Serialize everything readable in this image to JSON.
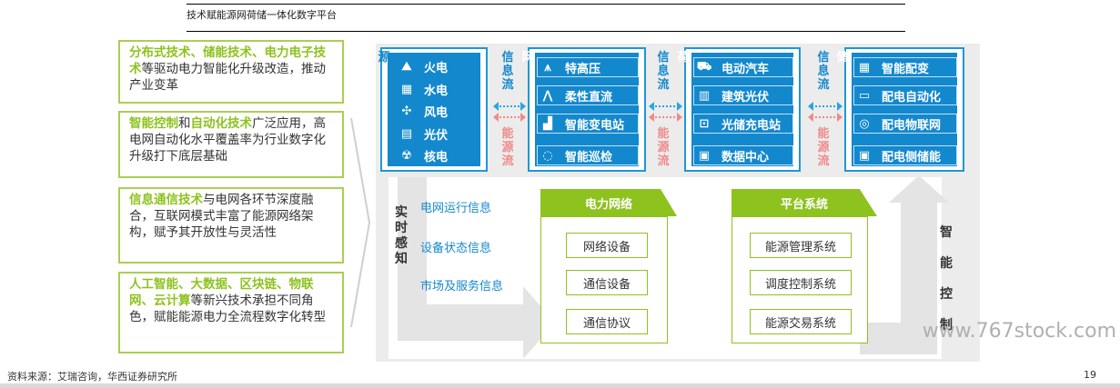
{
  "header": {
    "title": "技术赋能源网荷储一体化数字平台"
  },
  "left_boxes": [
    {
      "parts": [
        {
          "t": "分布式技术、储能技术、电力电子技术",
          "h": true
        },
        {
          "t": "等驱动电力智能化升级改造，推动产业变革",
          "h": false
        }
      ]
    },
    {
      "parts": [
        {
          "t": "智能控制",
          "h": true
        },
        {
          "t": "和",
          "h": false
        },
        {
          "t": "自动化技术",
          "h": true
        },
        {
          "t": "广泛应用，高电网自动化水平覆盖率为行业数字化升级打下底层基础",
          "h": false
        }
      ]
    },
    {
      "parts": [
        {
          "t": "信息通信技术",
          "h": true
        },
        {
          "t": "与电网各环节深度融合，互联网模式丰富了能源网络架构，赋予其开放性与灵活性",
          "h": false
        }
      ]
    },
    {
      "parts": [
        {
          "t": "人工智能、大数据、区块链、物联网、云计算",
          "h": true
        },
        {
          "t": "等新兴技术承担不同角色，赋能能源电力全流程数字化转型",
          "h": false
        }
      ]
    }
  ],
  "groups": [
    {
      "label": "源",
      "items": [
        {
          "icon": "coal-plant-icon",
          "glyph": "⛰",
          "text": "火电"
        },
        {
          "icon": "hydro-icon",
          "glyph": "▦",
          "text": "水电"
        },
        {
          "icon": "wind-icon",
          "glyph": "✣",
          "text": "风电"
        },
        {
          "icon": "solar-icon",
          "glyph": "▤",
          "text": "光伏"
        },
        {
          "icon": "nuclear-icon",
          "glyph": "☢",
          "text": "核电"
        }
      ]
    },
    {
      "label": "网",
      "items": [
        {
          "icon": "tower-icon",
          "glyph": "⩚",
          "text": "特高压"
        },
        {
          "icon": "dc-icon",
          "glyph": "⋀",
          "text": "柔性直流"
        },
        {
          "icon": "substation-icon",
          "glyph": "▟",
          "text": "智能变电站"
        },
        {
          "icon": "patrol-icon",
          "glyph": "◌",
          "text": "智能巡检"
        }
      ]
    },
    {
      "label": "荷",
      "items": [
        {
          "icon": "ev-icon",
          "glyph": "⛟",
          "text": "电动汽车"
        },
        {
          "icon": "building-pv-icon",
          "glyph": "▥",
          "text": "建筑光伏"
        },
        {
          "icon": "charging-station-icon",
          "glyph": "⊡",
          "text": "光储充电站"
        },
        {
          "icon": "datacenter-icon",
          "glyph": "▣",
          "text": "数据中心"
        }
      ]
    },
    {
      "label": "储",
      "items": [
        {
          "icon": "transformer-icon",
          "glyph": "▦",
          "text": "智能配变"
        },
        {
          "icon": "automation-icon",
          "glyph": "▭",
          "text": "配电自动化"
        },
        {
          "icon": "iot-icon",
          "glyph": "◎",
          "text": "配电物联网"
        },
        {
          "icon": "storage-icon",
          "glyph": "▣",
          "text": "配电侧储能"
        }
      ]
    }
  ],
  "flow_labels": {
    "info": "信息流",
    "energy": "能源流"
  },
  "perception": {
    "label": "实时感知",
    "items": [
      "电网运行信息",
      "设备状态信息",
      "市场及服务信息"
    ]
  },
  "grid_col": {
    "header": "电力网络",
    "items": [
      "网络设备",
      "通信设备",
      "通信协议"
    ]
  },
  "platform_col": {
    "header": "平台系统",
    "items": [
      "能源管理系统",
      "调度控制系统",
      "能源交易系统"
    ]
  },
  "control_label": "智能控制",
  "watermark": "www.767stock.com",
  "footer": {
    "source": "资料来源：艾瑞咨询，华西证券研究所",
    "page": "19"
  },
  "colors": {
    "accent_green": "#8dc21f",
    "blue": "#1488cd",
    "pink": "#ef8a8a"
  }
}
